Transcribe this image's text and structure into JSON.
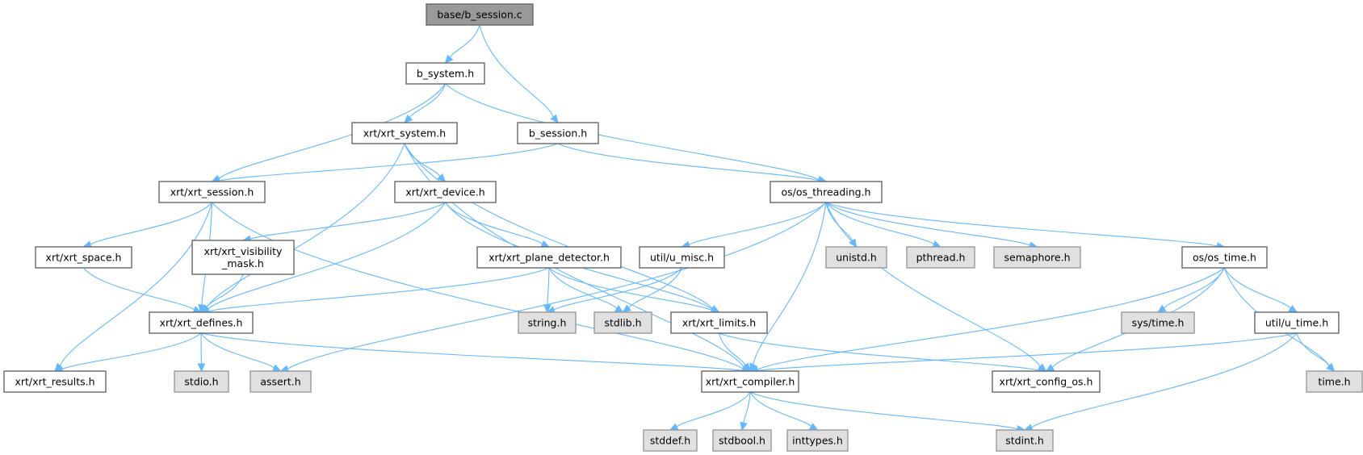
{
  "diagram": {
    "title": "base/b_session.c",
    "colors": {
      "edge": "#63b8ff",
      "root_fill": "#999999",
      "system_fill": "#e0e0e0",
      "file_fill": "#ffffff"
    },
    "nodes": [
      {
        "id": "root",
        "label": "base/b_session.c",
        "type": "root"
      },
      {
        "id": "b_system",
        "label": "b_system.h",
        "type": "file"
      },
      {
        "id": "b_session",
        "label": "b_session.h",
        "type": "file"
      },
      {
        "id": "xrt_system",
        "label": "xrt/xrt_system.h",
        "type": "file"
      },
      {
        "id": "xrt_session",
        "label": "xrt/xrt_session.h",
        "type": "file"
      },
      {
        "id": "xrt_device",
        "label": "xrt/xrt_device.h",
        "type": "file"
      },
      {
        "id": "os_threading",
        "label": "os/os_threading.h",
        "type": "file"
      },
      {
        "id": "xrt_space",
        "label": "xrt/xrt_space.h",
        "type": "file"
      },
      {
        "id": "xrt_visibility",
        "label": "xrt/xrt_visibility\n_mask.h",
        "type": "file"
      },
      {
        "id": "xrt_plane",
        "label": "xrt/xrt_plane_detector.h",
        "type": "file"
      },
      {
        "id": "u_misc",
        "label": "util/u_misc.h",
        "type": "file"
      },
      {
        "id": "unistd",
        "label": "unistd.h",
        "type": "system"
      },
      {
        "id": "pthread",
        "label": "pthread.h",
        "type": "system"
      },
      {
        "id": "semaphore",
        "label": "semaphore.h",
        "type": "system"
      },
      {
        "id": "os_time",
        "label": "os/os_time.h",
        "type": "file"
      },
      {
        "id": "xrt_defines",
        "label": "xrt/xrt_defines.h",
        "type": "file"
      },
      {
        "id": "string",
        "label": "string.h",
        "type": "system"
      },
      {
        "id": "stdlib",
        "label": "stdlib.h",
        "type": "system"
      },
      {
        "id": "xrt_limits",
        "label": "xrt/xrt_limits.h",
        "type": "file"
      },
      {
        "id": "sys_time",
        "label": "sys/time.h",
        "type": "system"
      },
      {
        "id": "u_time",
        "label": "util/u_time.h",
        "type": "file"
      },
      {
        "id": "xrt_results",
        "label": "xrt/xrt_results.h",
        "type": "file"
      },
      {
        "id": "stdio",
        "label": "stdio.h",
        "type": "system"
      },
      {
        "id": "assert",
        "label": "assert.h",
        "type": "system"
      },
      {
        "id": "xrt_compiler",
        "label": "xrt/xrt_compiler.h",
        "type": "file"
      },
      {
        "id": "xrt_config_os",
        "label": "xrt/xrt_config_os.h",
        "type": "file"
      },
      {
        "id": "time",
        "label": "time.h",
        "type": "system"
      },
      {
        "id": "stddef",
        "label": "stddef.h",
        "type": "system"
      },
      {
        "id": "stdbool",
        "label": "stdbool.h",
        "type": "system"
      },
      {
        "id": "inttypes",
        "label": "inttypes.h",
        "type": "system"
      },
      {
        "id": "stdint",
        "label": "stdint.h",
        "type": "system"
      }
    ],
    "edges": [
      [
        "root",
        "b_system"
      ],
      [
        "root",
        "b_session"
      ],
      [
        "b_system",
        "xrt_system"
      ],
      [
        "b_system",
        "xrt_session"
      ],
      [
        "b_system",
        "os_threading"
      ],
      [
        "b_session",
        "xrt_session"
      ],
      [
        "b_session",
        "os_threading"
      ],
      [
        "xrt_system",
        "xrt_device"
      ],
      [
        "xrt_system",
        "xrt_defines"
      ],
      [
        "xrt_system",
        "xrt_compiler"
      ],
      [
        "xrt_system",
        "xrt_limits"
      ],
      [
        "xrt_session",
        "xrt_space"
      ],
      [
        "xrt_session",
        "xrt_defines"
      ],
      [
        "xrt_session",
        "xrt_results"
      ],
      [
        "xrt_session",
        "xrt_compiler"
      ],
      [
        "xrt_device",
        "xrt_visibility"
      ],
      [
        "xrt_device",
        "xrt_plane"
      ],
      [
        "xrt_device",
        "xrt_defines"
      ],
      [
        "xrt_device",
        "xrt_limits"
      ],
      [
        "os_threading",
        "u_misc"
      ],
      [
        "os_threading",
        "unistd"
      ],
      [
        "os_threading",
        "pthread"
      ],
      [
        "os_threading",
        "semaphore"
      ],
      [
        "os_threading",
        "os_time"
      ],
      [
        "os_threading",
        "xrt_compiler"
      ],
      [
        "os_threading",
        "assert"
      ],
      [
        "os_threading",
        "xrt_config_os"
      ],
      [
        "xrt_space",
        "xrt_defines"
      ],
      [
        "xrt_visibility",
        "xrt_defines"
      ],
      [
        "xrt_plane",
        "xrt_defines"
      ],
      [
        "xrt_plane",
        "string"
      ],
      [
        "xrt_plane",
        "stdlib"
      ],
      [
        "xrt_plane",
        "xrt_limits"
      ],
      [
        "u_misc",
        "string"
      ],
      [
        "u_misc",
        "stdlib"
      ],
      [
        "os_time",
        "sys_time"
      ],
      [
        "os_time",
        "u_time"
      ],
      [
        "os_time",
        "time"
      ],
      [
        "os_time",
        "xrt_compiler"
      ],
      [
        "os_time",
        "xrt_config_os"
      ],
      [
        "xrt_defines",
        "xrt_results"
      ],
      [
        "xrt_defines",
        "stdio"
      ],
      [
        "xrt_defines",
        "assert"
      ],
      [
        "xrt_defines",
        "xrt_compiler"
      ],
      [
        "xrt_limits",
        "xrt_compiler"
      ],
      [
        "xrt_limits",
        "xrt_config_os"
      ],
      [
        "u_time",
        "time"
      ],
      [
        "u_time",
        "xrt_compiler"
      ],
      [
        "u_time",
        "stdint"
      ],
      [
        "xrt_compiler",
        "stddef"
      ],
      [
        "xrt_compiler",
        "stdbool"
      ],
      [
        "xrt_compiler",
        "inttypes"
      ],
      [
        "xrt_compiler",
        "stdint"
      ]
    ]
  }
}
